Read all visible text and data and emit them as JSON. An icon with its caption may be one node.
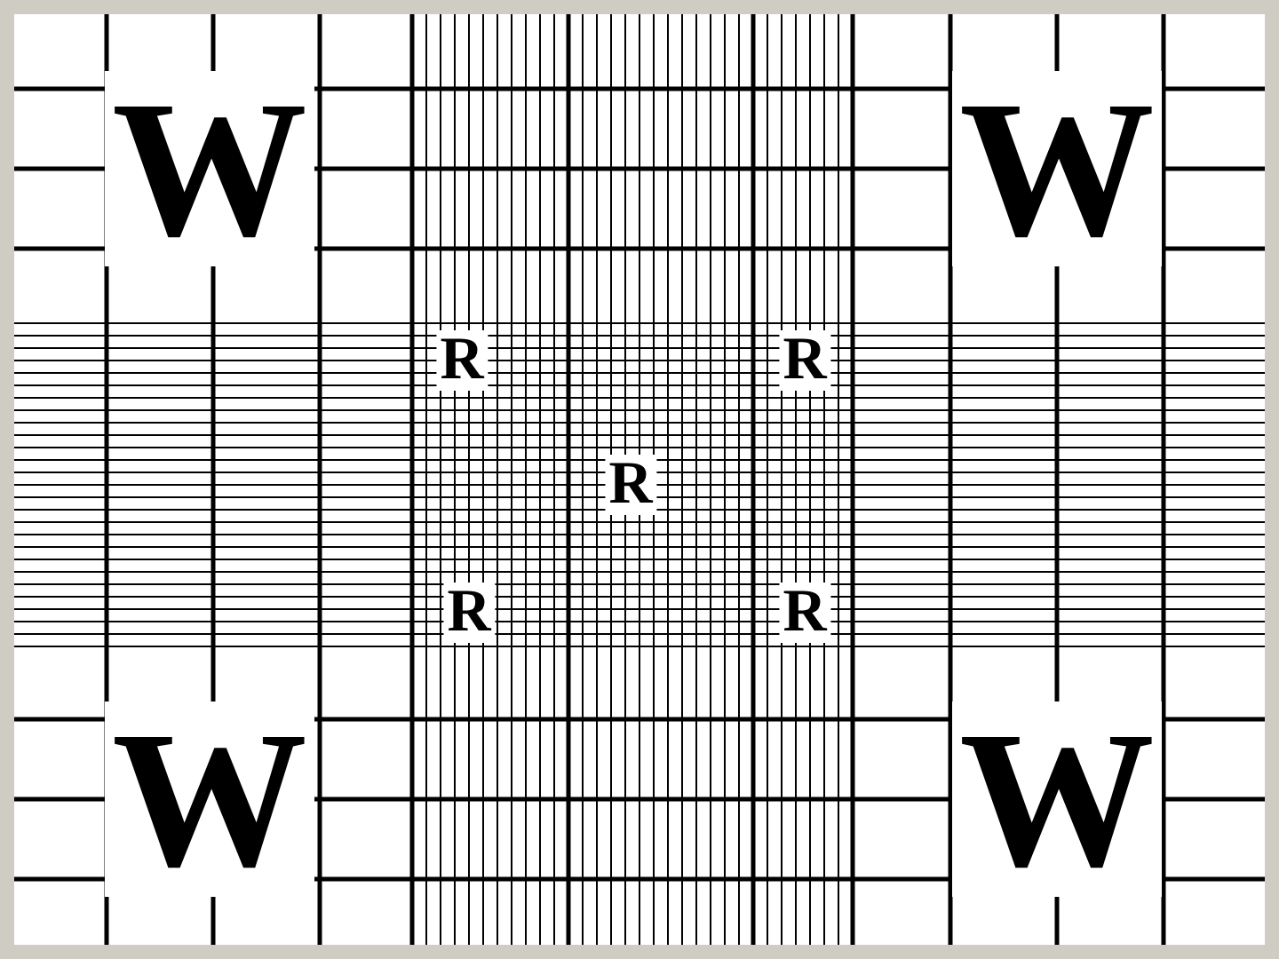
{
  "diagram": {
    "labels": [
      "W",
      "W",
      "R",
      "R",
      "R",
      "R",
      "R",
      "W",
      "W"
    ]
  }
}
